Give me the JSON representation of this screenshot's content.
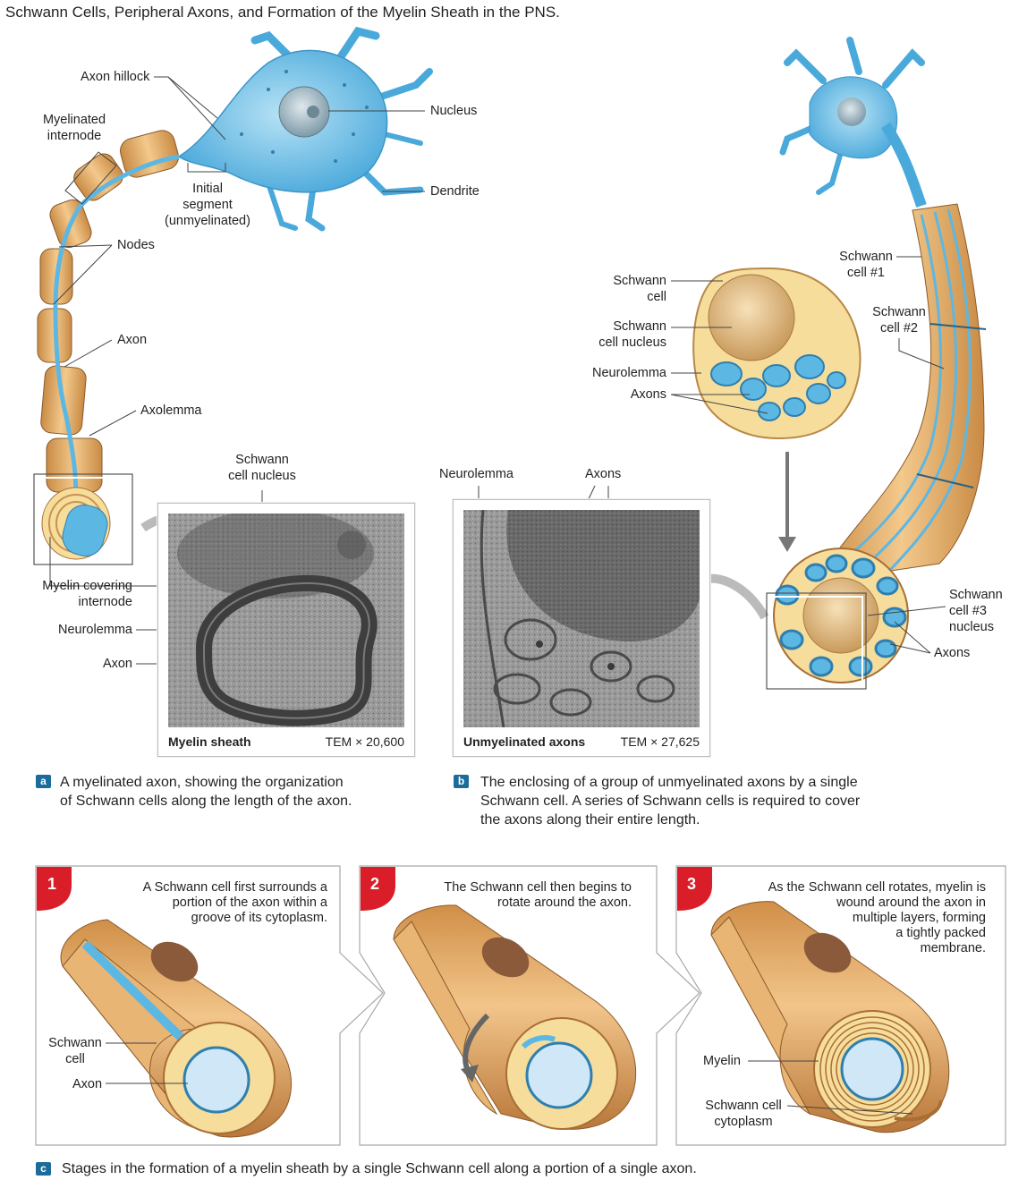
{
  "title": "Schwann Cells, Peripheral Axons, and Formation of the Myelin Sheath in the PNS.",
  "colors": {
    "axon_blue": "#5db7e3",
    "schwann_tan": "#e3ad6a",
    "cytoplasm": "#f6dd9c",
    "step_red": "#d91e2a",
    "badge_blue": "#1d6b9b"
  },
  "panel_a": {
    "badge": "a",
    "labels": {
      "axon_hillock": "Axon hillock",
      "myelinated_internode": "Myelinated\ninternode",
      "initial_segment": "Initial\nsegment\n(unmyelinated)",
      "nucleus": "Nucleus",
      "dendrite": "Dendrite",
      "nodes": "Nodes",
      "axon": "Axon",
      "axolemma": "Axolemma",
      "schwann_cell_nucleus": "Schwann\ncell nucleus",
      "myelin_covering_internode": "Myelin covering\ninternode",
      "neurolemma": "Neurolemma",
      "axon_lower": "Axon"
    },
    "photo": {
      "caption": "Myelin sheath",
      "magnification": "TEM × 20,600"
    },
    "caption": "A myelinated axon, showing the organization\nof Schwann cells along the length of the axon."
  },
  "panel_b": {
    "badge": "b",
    "labels": {
      "schwann_cell": "Schwann\ncell",
      "schwann_cell_nucleus": "Schwann\ncell nucleus",
      "neurolemma": "Neurolemma",
      "axons": "Axons",
      "neurolemma_photo": "Neurolemma",
      "axons_photo": "Axons",
      "schwann_cell_1": "Schwann\ncell #1",
      "schwann_cell_2": "Schwann\ncell #2",
      "schwann_cell_3": "Schwann\ncell #3\nnucleus",
      "axons_right": "Axons"
    },
    "photo": {
      "caption": "Unmyelinated axons",
      "magnification": "TEM × 27,625"
    },
    "caption": "The enclosing of a group of unmyelinated axons by a single\nSchwann cell. A series of Schwann cells is required to cover\nthe axons along their entire length."
  },
  "panel_c": {
    "badge": "c",
    "steps": [
      {
        "num": "1",
        "text": "A Schwann cell first surrounds a\nportion of the axon within a\ngroove of its cytoplasm."
      },
      {
        "num": "2",
        "text": "The Schwann cell then begins to\nrotate around the axon."
      },
      {
        "num": "3",
        "text": "As the Schwann cell rotates, myelin is\nwound around the axon in\nmultiple layers, forming\na tightly packed\nmembrane."
      }
    ],
    "labels": {
      "schwann_cell": "Schwann\ncell",
      "axon": "Axon",
      "myelin": "Myelin",
      "schwann_cytoplasm": "Schwann cell\ncytoplasm"
    },
    "caption": "Stages in the formation of a myelin sheath by a single Schwann cell along a portion of a single axon."
  }
}
